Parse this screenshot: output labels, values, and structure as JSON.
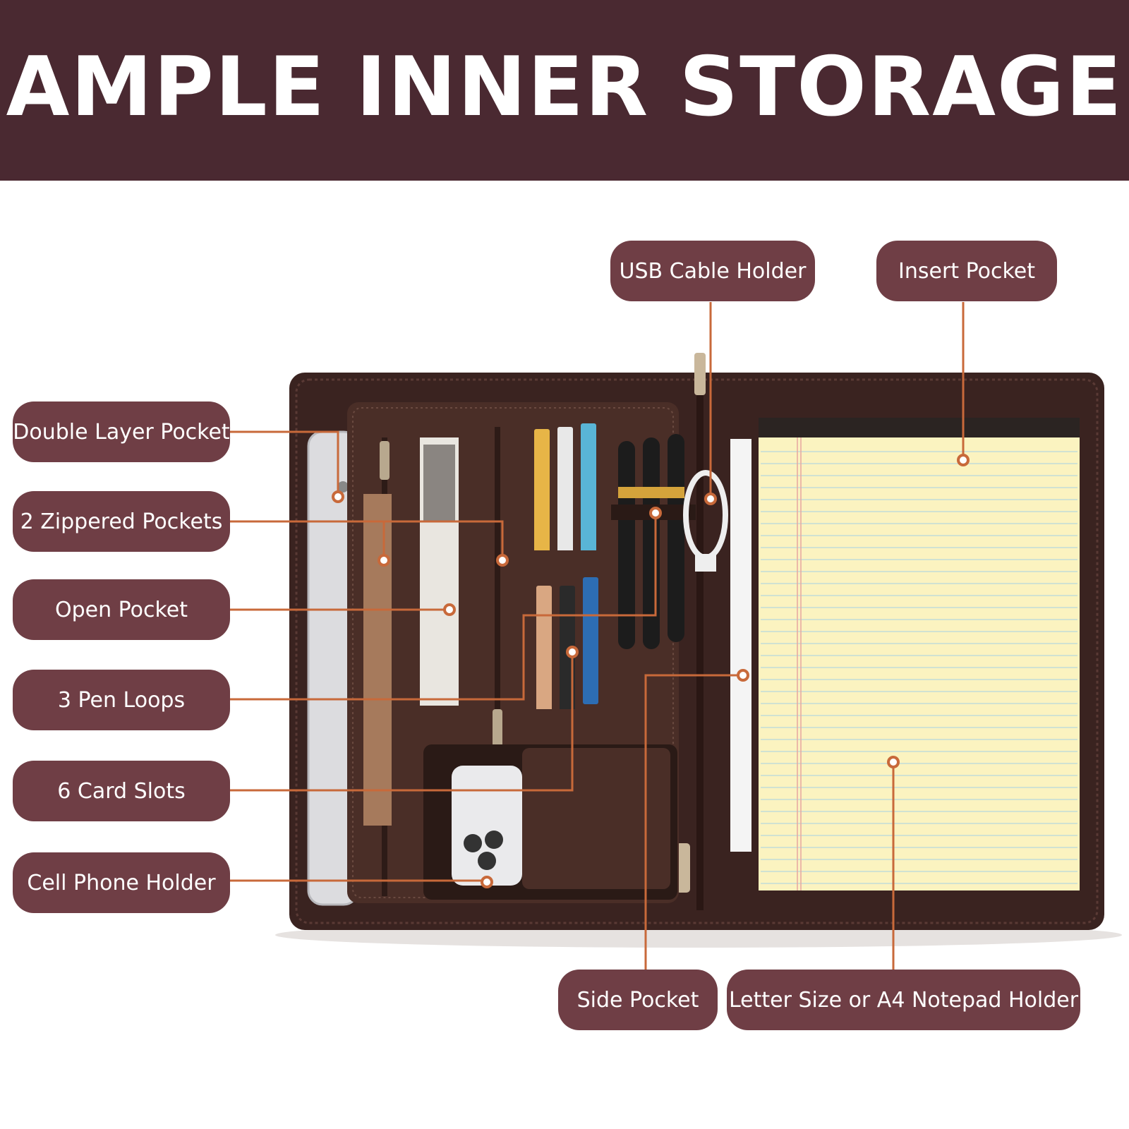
{
  "banner": {
    "title": "AMPLE INNER STORAGE"
  },
  "labels": {
    "double_layer": "Double Layer Pocket",
    "zippered": "2 Zippered Pockets",
    "open_pocket": "Open Pocket",
    "pen_loops": "3 Pen Loops",
    "card_slots": "6 Card Slots",
    "phone_holder": "Cell Phone Holder",
    "usb_holder": "USB Cable Holder",
    "insert_pocket": "Insert Pocket",
    "side_pocket": "Side Pocket",
    "notepad_holder": "Letter Size or A4 Notepad Holder"
  },
  "colors": {
    "banner_bg": "#4a2931",
    "label_bg": "#6f3e45",
    "callout_line": "#c8693a",
    "leather": "#3e2622",
    "legal_pad": "#fbf3c0"
  }
}
